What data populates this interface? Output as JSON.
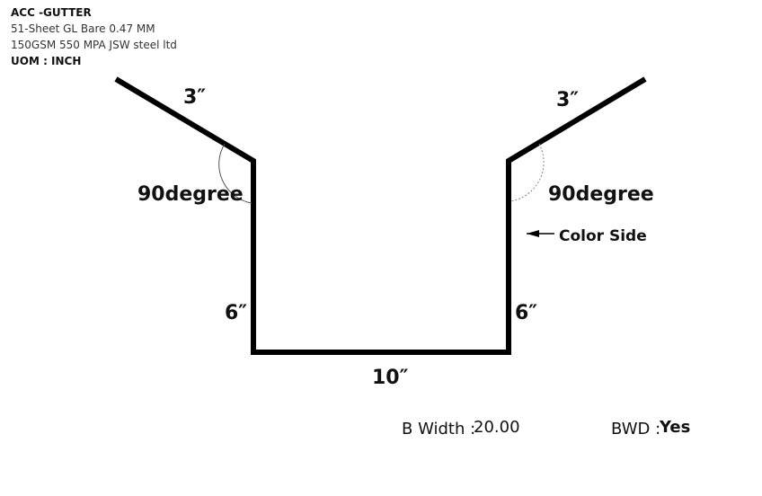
{
  "header": {
    "title": "ACC -GUTTER",
    "material": "51-Sheet GL Bare 0.47 MM",
    "spec": "150GSM 550 MPA JSW steel ltd",
    "uom": "UOM : INCH"
  },
  "dimensions": {
    "left_flange": "3″",
    "right_flange": "3″",
    "left_angle": "90degree",
    "right_angle": "90degree",
    "left_wall": "6″",
    "right_wall": "6″",
    "base": "10″"
  },
  "annotations": {
    "color_side": "Color Side"
  },
  "footer": {
    "b_width_label": "B Width :",
    "b_width_value": "20.00",
    "bwd_label": "BWD :",
    "bwd_value": "Yes"
  }
}
